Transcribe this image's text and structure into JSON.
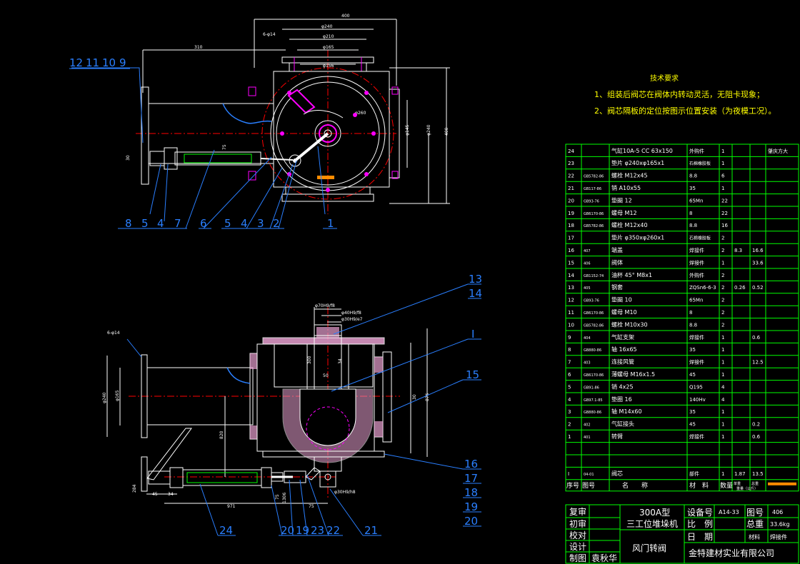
{
  "tech_requirements": {
    "title": "技术要求",
    "line1": "1、组装后阀芯在阀体内转动灵活，无阻卡现象；",
    "line2": "2、阀芯隔板的定位按图示位置安装（为夜模工况）。"
  },
  "top_view": {
    "balloons": [
      "12",
      "11",
      "10",
      "9",
      "8",
      "5",
      "4",
      "7",
      "6",
      "5",
      "4",
      "3",
      "2",
      "1"
    ],
    "dims": [
      "400",
      "φ240",
      "φ210",
      "φ165",
      "φ156",
      "310",
      "6-φ14",
      "φ260",
      "φ145",
      "φ240",
      "400",
      "75",
      "30"
    ]
  },
  "front_view": {
    "balloons": [
      "13",
      "14",
      "I",
      "15",
      "16",
      "17",
      "18",
      "19",
      "20",
      "24",
      "20",
      "19",
      "23",
      "22",
      "21"
    ],
    "dims": [
      "φ70H9/f8",
      "φ40H9/f8",
      "φ30H9/e7",
      "6-φ14",
      "φ240",
      "φ165",
      "300",
      "50",
      "34",
      "30",
      "876",
      "820",
      "45",
      "34",
      "971",
      "75",
      "φ30H9/h8",
      "75",
      "284",
      "1306"
    ]
  },
  "bom": {
    "rows": [
      {
        "no": "24",
        "code": "",
        "name": "气缸10A-5 CC 63x150",
        "material": "外购件",
        "qty": "1",
        "w1": "",
        "w2": "",
        "note": "肇庆方大"
      },
      {
        "no": "23",
        "code": "",
        "name": "垫片 φ240xφ165x1",
        "material": "石棉橡胶板",
        "qty": "1",
        "w1": "",
        "w2": "",
        "note": ""
      },
      {
        "no": "22",
        "code": "GB5782-86",
        "name": "螺栓 M12x45",
        "material": "8.8",
        "qty": "6",
        "w1": "",
        "w2": "",
        "note": ""
      },
      {
        "no": "21",
        "code": "GB117-86",
        "name": "销 A10x55",
        "material": "35",
        "qty": "1",
        "w1": "",
        "w2": "",
        "note": ""
      },
      {
        "no": "20",
        "code": "GB93-76",
        "name": "垫圈 12",
        "material": "65Mn",
        "qty": "22",
        "w1": "",
        "w2": "",
        "note": ""
      },
      {
        "no": "19",
        "code": "GB6170-86",
        "name": "螺母 M12",
        "material": "8",
        "qty": "22",
        "w1": "",
        "w2": "",
        "note": ""
      },
      {
        "no": "18",
        "code": "GB5782-86",
        "name": "螺栓 M12x40",
        "material": "8.8",
        "qty": "16",
        "w1": "",
        "w2": "",
        "note": ""
      },
      {
        "no": "17",
        "code": "",
        "name": "垫片 φ350xφ260x1",
        "material": "石棉橡胶板",
        "qty": "2",
        "w1": "",
        "w2": "",
        "note": ""
      },
      {
        "no": "16",
        "code": "407",
        "name": "端盖",
        "material": "焊接件",
        "qty": "2",
        "w1": "8.3",
        "w2": "16.6",
        "note": ""
      },
      {
        "no": "15",
        "code": "406",
        "name": "阀体",
        "material": "焊接件",
        "qty": "1",
        "w1": "",
        "w2": "33.6",
        "note": ""
      },
      {
        "no": "14",
        "code": "GB1152-74",
        "name": "油杯 45° M8x1",
        "material": "外购件",
        "qty": "2",
        "w1": "",
        "w2": "",
        "note": ""
      },
      {
        "no": "13",
        "code": "405",
        "name": "钢套",
        "material": "ZQSn6-6-3",
        "qty": "2",
        "w1": "0.26",
        "w2": "0.52",
        "note": ""
      },
      {
        "no": "12",
        "code": "GB93-76",
        "name": "垫圈 10",
        "material": "65Mn",
        "qty": "2",
        "w1": "",
        "w2": "",
        "note": ""
      },
      {
        "no": "11",
        "code": "GB6170-86",
        "name": "螺母 M10",
        "material": "8",
        "qty": "2",
        "w1": "",
        "w2": "",
        "note": ""
      },
      {
        "no": "10",
        "code": "GB5782-86",
        "name": "螺栓 M10x30",
        "material": "8.8",
        "qty": "2",
        "w1": "",
        "w2": "",
        "note": ""
      },
      {
        "no": "9",
        "code": "404",
        "name": "气缸支架",
        "material": "焊接件",
        "qty": "1",
        "w1": "",
        "w2": "0.6",
        "note": ""
      },
      {
        "no": "8",
        "code": "GB880-86",
        "name": "轴 16x65",
        "material": "35",
        "qty": "1",
        "w1": "",
        "w2": "",
        "note": ""
      },
      {
        "no": "7",
        "code": "403",
        "name": "连接风管",
        "material": "焊接件",
        "qty": "1",
        "w1": "",
        "w2": "12.5",
        "note": ""
      },
      {
        "no": "6",
        "code": "GB6170-86",
        "name": "薄螺母 M16x1.5",
        "material": "45",
        "qty": "1",
        "w1": "",
        "w2": "",
        "note": ""
      },
      {
        "no": "5",
        "code": "GB91-86",
        "name": "销 4x25",
        "material": "Q195",
        "qty": "4",
        "w1": "",
        "w2": "",
        "note": ""
      },
      {
        "no": "4",
        "code": "GB97.1-85",
        "name": "垫圈 16",
        "material": "140Hv",
        "qty": "4",
        "w1": "",
        "w2": "",
        "note": ""
      },
      {
        "no": "3",
        "code": "GB880-86",
        "name": "轴 M14x60",
        "material": "35",
        "qty": "1",
        "w1": "",
        "w2": "",
        "note": ""
      },
      {
        "no": "2",
        "code": "402",
        "name": "气缸接头",
        "material": "45",
        "qty": "1",
        "w1": "",
        "w2": "0.2",
        "note": ""
      },
      {
        "no": "1",
        "code": "401",
        "name": "转臂",
        "material": "焊接件",
        "qty": "1",
        "w1": "",
        "w2": "0.6",
        "note": ""
      },
      {
        "no": "",
        "code": "",
        "name": "",
        "material": "",
        "qty": "",
        "w1": "",
        "w2": "",
        "note": ""
      },
      {
        "no": "",
        "code": "",
        "name": "",
        "material": "",
        "qty": "",
        "w1": "",
        "w2": "",
        "note": ""
      },
      {
        "no": "I",
        "code": "04-01",
        "name": "阀芯",
        "material": "部件",
        "qty": "1",
        "w1": "1.87",
        "w2": "13.5",
        "note": ""
      }
    ],
    "header": {
      "no": "序号",
      "code": "图号",
      "name": "名　　称",
      "material": "材　料",
      "qty": "数量",
      "unit_w": "单重",
      "total_w": "总重",
      "unit_kg": "重量（公斤）"
    }
  },
  "title_block": {
    "row_labels": [
      "复审",
      "初审",
      "校对",
      "设计",
      "制图"
    ],
    "drafter": "袁秋华",
    "product_line1": "300A型",
    "product_line2": "三工位堆垛机",
    "part_name": "风门转阀",
    "equip_label": "设备号",
    "equip_value": "A14-33",
    "drawing_label": "图号",
    "drawing_value": "406",
    "scale_label": "比　例",
    "weight_label": "总重",
    "weight_value": "33.6kg",
    "date_label": "日　期",
    "material_label": "材料",
    "material_value": "焊接件",
    "company": "金特建材实业有限公司"
  },
  "colors": {
    "bg": "#000000",
    "green": "#00ff00",
    "white": "#ffffff",
    "red": "#ff0000",
    "cyan": "#00ffff",
    "yellow": "#ffff00",
    "magenta": "#ff00ff",
    "orange": "#ff8c00",
    "blue": "#2a7fff",
    "pink": "#e8a0d0"
  }
}
